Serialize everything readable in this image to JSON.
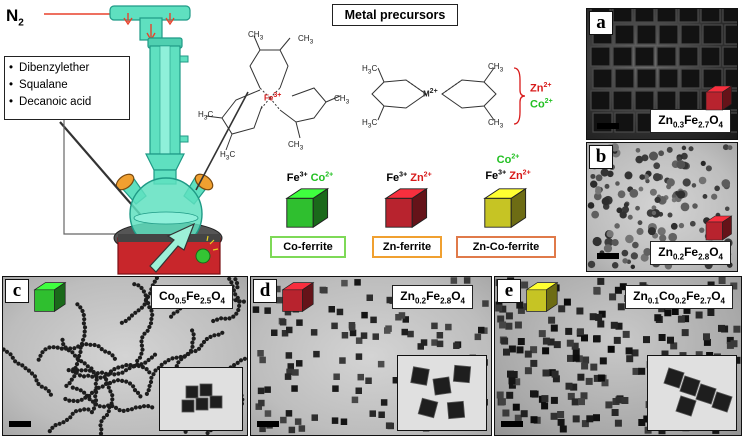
{
  "header": {
    "gas": "N",
    "gas_sub": "2",
    "metal_precursors_title": "Metal precursors"
  },
  "solvents": [
    "Dibenzylether",
    "Squalane",
    "Decanoic acid"
  ],
  "precursor_labels": {
    "fe_center": "Fe",
    "fe_center_sup": "3+",
    "m_center": "M",
    "m_center_sup": "2+",
    "methyl": "CH",
    "methyl_sub": "3",
    "h3c": "H",
    "h3c_sub": "3",
    "h3c_tail": "C",
    "oxygen": "O",
    "zn_ion": "Zn",
    "zn_ion_sup": "2+",
    "co_ion": "Co",
    "co_ion_sup": "2+"
  },
  "ferrites": [
    {
      "label": "Co-ferrite",
      "ions": [
        {
          "text": "Fe",
          "sup": "3+",
          "color": "#000000"
        },
        {
          "text": "Co",
          "sup": "2+",
          "color": "#22c022"
        }
      ],
      "cube_color": "#2fbf2f",
      "frame_color": "#7ed957"
    },
    {
      "label": "Zn-ferrite",
      "ions": [
        {
          "text": "Fe",
          "sup": "3+",
          "color": "#000000"
        },
        {
          "text": "Zn",
          "sup": "2+",
          "color": "#d81a1a"
        }
      ],
      "cube_color": "#b8232e",
      "frame_color": "#f0a030"
    },
    {
      "label": "Zn-Co-ferrite",
      "ions": [
        {
          "text": "Co",
          "sup": "2+",
          "color": "#22c022"
        },
        {
          "text": "Fe",
          "sup": "3+",
          "color": "#000000"
        },
        {
          "text": "Zn",
          "sup": "2+",
          "color": "#d81a1a"
        }
      ],
      "cube_color": "#c6c424",
      "frame_color": "#e07a4a"
    }
  ],
  "panels": {
    "a": {
      "letter": "a",
      "formula_parts": [
        [
          "Zn",
          "0.3"
        ],
        [
          "Fe",
          "2.7"
        ],
        [
          "O",
          "4"
        ]
      ]
    },
    "b": {
      "letter": "b",
      "formula_parts": [
        [
          "Zn",
          "0.2"
        ],
        [
          "Fe",
          "2.8"
        ],
        [
          "O",
          "4"
        ]
      ]
    },
    "c": {
      "letter": "c",
      "formula_parts": [
        [
          "Co",
          "0.5"
        ],
        [
          "Fe",
          "2.5"
        ],
        [
          "O",
          "4"
        ]
      ]
    },
    "d": {
      "letter": "d",
      "formula_parts": [
        [
          "Zn",
          "0.2"
        ],
        [
          "Fe",
          "2.8"
        ],
        [
          "O",
          "4"
        ]
      ]
    },
    "e": {
      "letter": "e",
      "formula_parts": [
        [
          "Zn",
          "0.1"
        ],
        [
          "Co",
          "0.2"
        ],
        [
          "Fe",
          "2.7"
        ],
        [
          "O",
          "4"
        ]
      ]
    }
  },
  "colors": {
    "glass": "#5fe0c0",
    "glass_stroke": "#1f9a86",
    "arrow_red": "#e8412b",
    "hotplate": "#c8262b",
    "light_indicator": "#34c534",
    "co_green": "#22c022",
    "zn_red": "#d81a1a"
  }
}
